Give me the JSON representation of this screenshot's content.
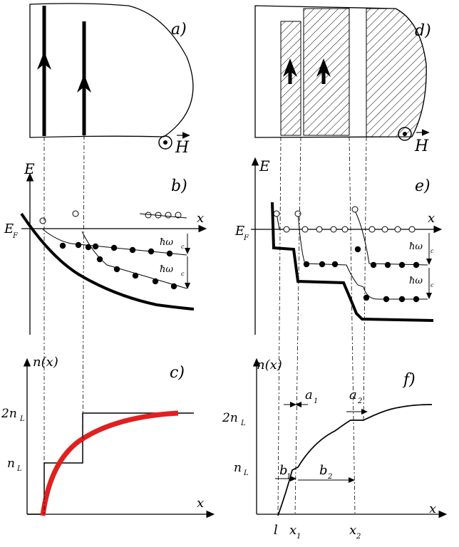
{
  "panels": {
    "a": "a)",
    "b": "b)",
    "c": "c)",
    "d": "d)",
    "e": "e)",
    "f": "f)"
  },
  "field_label": "H",
  "energy_axis_label": "E",
  "fermi_label": "E",
  "fermi_sub": "F",
  "x_axis_label": "x",
  "density_axis_label": "n(x)",
  "hbar_omega": "ħω",
  "omega_sub": "c",
  "levels_left": [
    "2n",
    "n"
  ],
  "levels_sub": "L",
  "widths": {
    "a1": "a",
    "a2": "a",
    "b1": "b",
    "b2": "b",
    "sub1": "1",
    "sub2": "2"
  },
  "x_ticks": {
    "l": "l",
    "x1": "x",
    "x2": "x",
    "sub1": "1",
    "sub2": "2"
  },
  "colors": {
    "ink": "#000000",
    "highlight": "#e02020"
  }
}
